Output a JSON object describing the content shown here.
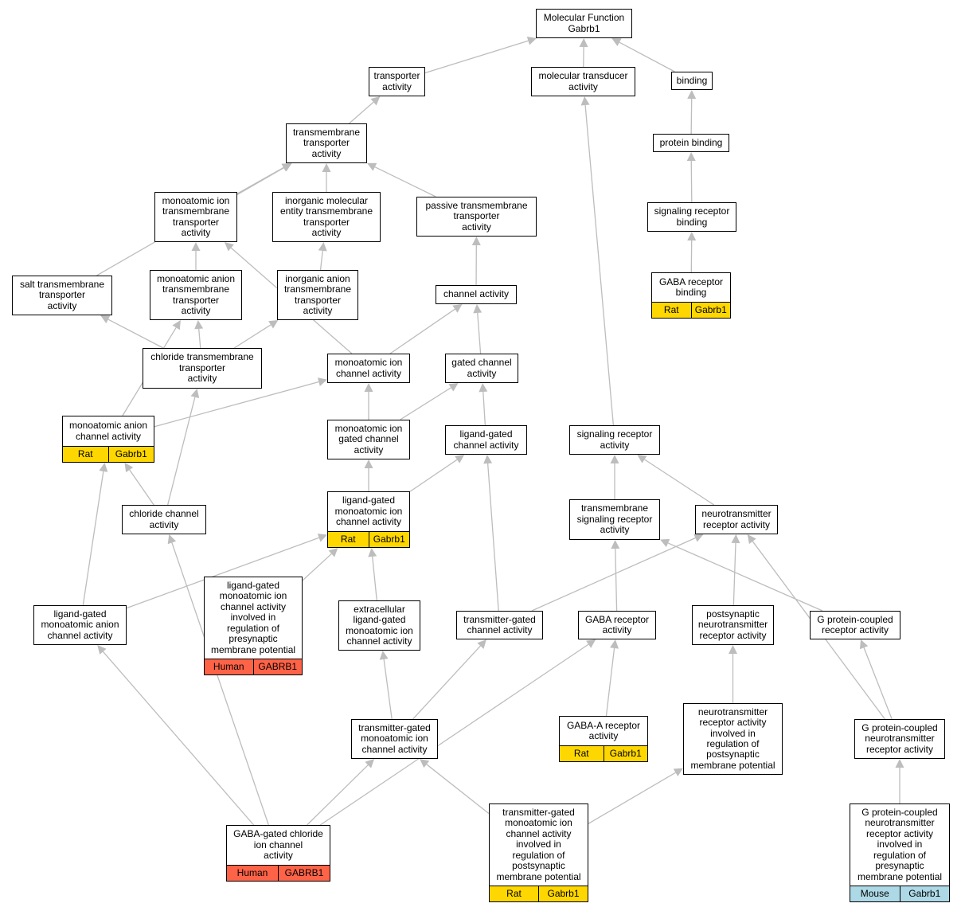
{
  "colors": {
    "edge": "#bdbdbd",
    "Rat": "#ffd700",
    "Human": "#ff6347",
    "Mouse": "#add8e6"
  },
  "nodes": {
    "mf": {
      "label": "Molecular Function\nGabrb1"
    },
    "transporter": {
      "label": "transporter\nactivity"
    },
    "transducer": {
      "label": "molecular transducer\nactivity"
    },
    "binding": {
      "label": "binding"
    },
    "tm_transporter": {
      "label": "transmembrane\ntransporter\nactivity"
    },
    "protein_binding": {
      "label": "protein binding"
    },
    "ion_tm": {
      "label": "monoatomic ion\ntransmembrane\ntransporter\nactivity"
    },
    "inorg_mol": {
      "label": "inorganic molecular\nentity transmembrane\ntransporter\nactivity"
    },
    "passive_tm": {
      "label": "passive transmembrane\ntransporter\nactivity"
    },
    "sig_rec_binding": {
      "label": "signaling receptor\nbinding"
    },
    "gaba_rec_binding": {
      "label": "GABA receptor\nbinding",
      "organism": "Rat",
      "gene": "Gabrb1"
    },
    "salt_tm": {
      "label": "salt transmembrane\ntransporter\nactivity"
    },
    "anion_tm": {
      "label": "monoatomic anion\ntransmembrane\ntransporter\nactivity"
    },
    "inorg_anion_tm": {
      "label": "inorganic anion\ntransmembrane\ntransporter\nactivity"
    },
    "channel": {
      "label": "channel activity"
    },
    "chloride_tm": {
      "label": "chloride transmembrane\ntransporter\nactivity"
    },
    "ion_channel": {
      "label": "monoatomic ion\nchannel activity"
    },
    "gated_channel": {
      "label": "gated channel\nactivity"
    },
    "anion_channel": {
      "label": "monoatomic anion\nchannel activity",
      "organism": "Rat",
      "gene": "Gabrb1"
    },
    "ion_gated": {
      "label": "monoatomic ion\ngated channel\nactivity"
    },
    "lig_gated_channel": {
      "label": "ligand-gated\nchannel activity"
    },
    "sig_receptor": {
      "label": "signaling receptor\nactivity"
    },
    "chloride_channel": {
      "label": "chloride channel\nactivity"
    },
    "lig_gated_ion": {
      "label": "ligand-gated\nmonoatomic ion\nchannel activity",
      "organism": "Rat",
      "gene": "Gabrb1"
    },
    "tm_sig_receptor": {
      "label": "transmembrane\nsignaling receptor\nactivity"
    },
    "nt_receptor": {
      "label": "neurotransmitter\nreceptor activity"
    },
    "lig_gated_presyn": {
      "label": "ligand-gated\nmonoatomic ion\nchannel activity\ninvolved in\nregulation of\npresynaptic\nmembrane potential",
      "organism": "Human",
      "gene": "GABRB1"
    },
    "lig_gated_anion": {
      "label": "ligand-gated\nmonoatomic anion\nchannel activity"
    },
    "extracellular_lig": {
      "label": "extracellular\nligand-gated\nmonoatomic ion\nchannel activity"
    },
    "transmitter_gated": {
      "label": "transmitter-gated\nchannel activity"
    },
    "gaba_receptor": {
      "label": "GABA receptor\nactivity"
    },
    "postsyn_nt": {
      "label": "postsynaptic\nneurotransmitter\nreceptor activity"
    },
    "gpcr": {
      "label": "G protein-coupled\nreceptor activity"
    },
    "transmitter_gated_ion": {
      "label": "transmitter-gated\nmonoatomic ion\nchannel activity"
    },
    "gaba_a": {
      "label": "GABA-A receptor\nactivity",
      "organism": "Rat",
      "gene": "Gabrb1"
    },
    "nt_postsyn_reg": {
      "label": "neurotransmitter\nreceptor activity\ninvolved in\nregulation of\npostsynaptic\nmembrane potential"
    },
    "gpcr_nt": {
      "label": "G protein-coupled\nneurotransmitter\nreceptor activity"
    },
    "gaba_chloride": {
      "label": "GABA-gated chloride\nion channel\nactivity",
      "organism": "Human",
      "gene": "GABRB1"
    },
    "tg_postsyn": {
      "label": "transmitter-gated\nmonoatomic ion\nchannel activity\ninvolved in\nregulation of\npostsynaptic\nmembrane potential",
      "organism": "Rat",
      "gene": "Gabrb1"
    },
    "gpcr_presyn": {
      "label": "G protein-coupled\nneurotransmitter\nreceptor activity\ninvolved in\nregulation of\npresynaptic\nmembrane potential",
      "organism": "Mouse",
      "gene": "Gabrb1"
    }
  },
  "edges": [
    [
      "transporter",
      "mf"
    ],
    [
      "transducer",
      "mf"
    ],
    [
      "binding",
      "mf"
    ],
    [
      "tm_transporter",
      "transporter"
    ],
    [
      "protein_binding",
      "binding"
    ],
    [
      "sig_rec_binding",
      "protein_binding"
    ],
    [
      "gaba_rec_binding",
      "sig_rec_binding"
    ],
    [
      "ion_tm",
      "tm_transporter"
    ],
    [
      "inorg_mol",
      "tm_transporter"
    ],
    [
      "passive_tm",
      "tm_transporter"
    ],
    [
      "salt_tm",
      "tm_transporter"
    ],
    [
      "anion_tm",
      "ion_tm"
    ],
    [
      "inorg_anion_tm",
      "inorg_mol"
    ],
    [
      "channel",
      "passive_tm"
    ],
    [
      "chloride_tm",
      "salt_tm"
    ],
    [
      "chloride_tm",
      "anion_tm"
    ],
    [
      "chloride_tm",
      "inorg_anion_tm"
    ],
    [
      "ion_channel",
      "ion_tm"
    ],
    [
      "ion_channel",
      "channel"
    ],
    [
      "gated_channel",
      "channel"
    ],
    [
      "anion_channel",
      "anion_tm"
    ],
    [
      "anion_channel",
      "ion_channel"
    ],
    [
      "ion_gated",
      "ion_channel"
    ],
    [
      "ion_gated",
      "gated_channel"
    ],
    [
      "lig_gated_channel",
      "gated_channel"
    ],
    [
      "sig_receptor",
      "transducer"
    ],
    [
      "chloride_channel",
      "anion_channel"
    ],
    [
      "chloride_channel",
      "chloride_tm"
    ],
    [
      "lig_gated_ion",
      "ion_gated"
    ],
    [
      "lig_gated_ion",
      "lig_gated_channel"
    ],
    [
      "tm_sig_receptor",
      "sig_receptor"
    ],
    [
      "nt_receptor",
      "sig_receptor"
    ],
    [
      "lig_gated_presyn",
      "lig_gated_ion"
    ],
    [
      "lig_gated_anion",
      "anion_channel"
    ],
    [
      "lig_gated_anion",
      "lig_gated_ion"
    ],
    [
      "extracellular_lig",
      "lig_gated_ion"
    ],
    [
      "transmitter_gated",
      "lig_gated_channel"
    ],
    [
      "transmitter_gated",
      "nt_receptor"
    ],
    [
      "gaba_receptor",
      "tm_sig_receptor"
    ],
    [
      "postsyn_nt",
      "nt_receptor"
    ],
    [
      "gpcr",
      "tm_sig_receptor"
    ],
    [
      "transmitter_gated_ion",
      "extracellular_lig"
    ],
    [
      "transmitter_gated_ion",
      "transmitter_gated"
    ],
    [
      "gaba_a",
      "gaba_receptor"
    ],
    [
      "nt_postsyn_reg",
      "postsyn_nt"
    ],
    [
      "gpcr_nt",
      "gpcr"
    ],
    [
      "gpcr_nt",
      "nt_receptor"
    ],
    [
      "gaba_chloride",
      "lig_gated_anion"
    ],
    [
      "gaba_chloride",
      "chloride_channel"
    ],
    [
      "gaba_chloride",
      "transmitter_gated_ion"
    ],
    [
      "gaba_chloride",
      "gaba_receptor"
    ],
    [
      "tg_postsyn",
      "transmitter_gated_ion"
    ],
    [
      "tg_postsyn",
      "nt_postsyn_reg"
    ],
    [
      "gpcr_presyn",
      "gpcr_nt"
    ]
  ]
}
